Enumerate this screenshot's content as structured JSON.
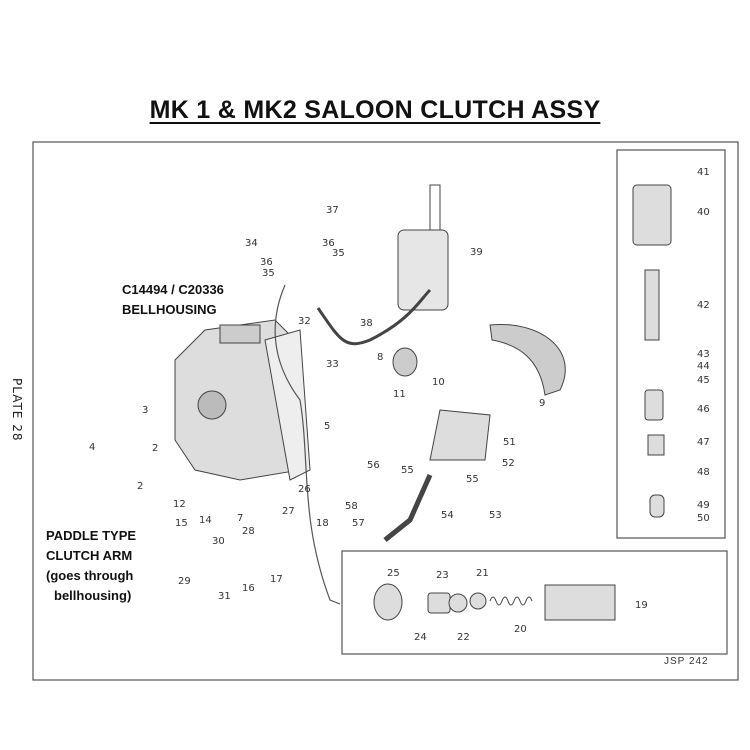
{
  "title": "MK 1 & MK2 SALOON CLUTCH ASSY",
  "plate": "PLATE 28",
  "reference": "JSP 242",
  "notes": {
    "bellhousing": [
      "C14494 / C20336",
      "BELLHOUSING"
    ],
    "clutch_arm": [
      "PADDLE TYPE",
      "CLUTCH ARM",
      "(goes through",
      "bellhousing)"
    ]
  },
  "part_labels": [
    "41",
    "40",
    "42",
    "43",
    "44",
    "45",
    "46",
    "47",
    "48",
    "49",
    "50",
    "37",
    "34",
    "36",
    "35",
    "36",
    "35",
    "39",
    "32",
    "38",
    "8",
    "33",
    "10",
    "11",
    "9",
    "3",
    "4",
    "2",
    "2",
    "5",
    "51",
    "52",
    "56",
    "55",
    "55",
    "53",
    "54",
    "58",
    "57",
    "26",
    "27",
    "18",
    "12",
    "7",
    "14",
    "15",
    "30",
    "28",
    "29",
    "31",
    "16",
    "17",
    "25",
    "23",
    "21",
    "24",
    "22",
    "20",
    "19"
  ]
}
